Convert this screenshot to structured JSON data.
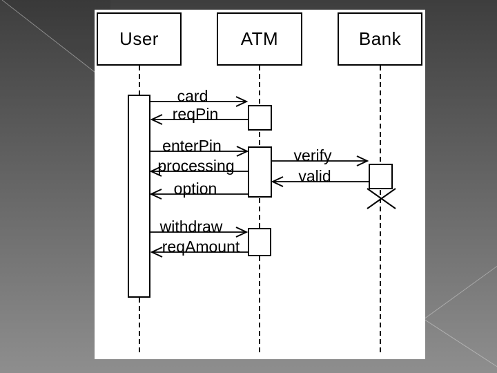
{
  "slide": {
    "colors": {
      "background_top": "#3e3e3e",
      "background_bottom": "#8e8e8e",
      "panel": "#ffffff",
      "ink": "#000000"
    }
  },
  "diagram": {
    "type": "uml-sequence-diagram",
    "actors": [
      {
        "name": "User"
      },
      {
        "name": "ATM"
      },
      {
        "name": "Bank"
      }
    ],
    "messages": [
      {
        "label": "card",
        "from": "User",
        "to": "ATM"
      },
      {
        "label": "reqPin",
        "from": "ATM",
        "to": "User"
      },
      {
        "label": "enterPin",
        "from": "User",
        "to": "ATM"
      },
      {
        "label": "verify",
        "from": "ATM",
        "to": "Bank"
      },
      {
        "label": "processing",
        "from": "ATM",
        "to": "User"
      },
      {
        "label": "valid",
        "from": "Bank",
        "to": "ATM"
      },
      {
        "label": "option",
        "from": "ATM",
        "to": "User"
      },
      {
        "label": "withdraw",
        "from": "User",
        "to": "ATM"
      },
      {
        "label": "reqAmount",
        "from": "ATM",
        "to": "User"
      }
    ],
    "notation": {
      "lifelines": "dashed",
      "activations": 5,
      "destruction_marker": "X on Bank lifeline below Bank activation"
    }
  }
}
